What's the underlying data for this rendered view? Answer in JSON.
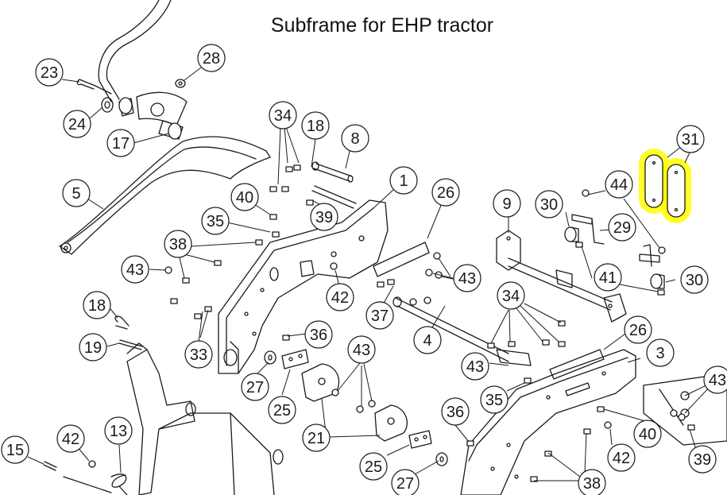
{
  "title": "Subframe for EHP tractor",
  "colors": {
    "line": "#1a1a1a",
    "highlight": "#ffff00",
    "part_fill": "#ffffff",
    "bg": "#ffffff"
  },
  "highlighted_part": "31",
  "callouts": [
    {
      "id": "c23",
      "label": "23"
    },
    {
      "id": "c28",
      "label": "28"
    },
    {
      "id": "c24",
      "label": "24"
    },
    {
      "id": "c17",
      "label": "17"
    },
    {
      "id": "c34a",
      "label": "34"
    },
    {
      "id": "c18a",
      "label": "18"
    },
    {
      "id": "c8",
      "label": "8"
    },
    {
      "id": "c31",
      "label": "31"
    },
    {
      "id": "c5",
      "label": "5"
    },
    {
      "id": "c1",
      "label": "1"
    },
    {
      "id": "c26a",
      "label": "26"
    },
    {
      "id": "c9",
      "label": "9"
    },
    {
      "id": "c30a",
      "label": "30"
    },
    {
      "id": "c44",
      "label": "44"
    },
    {
      "id": "c40a",
      "label": "40"
    },
    {
      "id": "c39a",
      "label": "39"
    },
    {
      "id": "c29",
      "label": "29"
    },
    {
      "id": "c35a",
      "label": "35"
    },
    {
      "id": "c38a",
      "label": "38"
    },
    {
      "id": "c43a",
      "label": "43"
    },
    {
      "id": "c43b",
      "label": "43"
    },
    {
      "id": "c42a",
      "label": "42"
    },
    {
      "id": "c41",
      "label": "41"
    },
    {
      "id": "c30b",
      "label": "30"
    },
    {
      "id": "c18b",
      "label": "18"
    },
    {
      "id": "c37",
      "label": "37"
    },
    {
      "id": "c34b",
      "label": "34"
    },
    {
      "id": "c36a",
      "label": "36"
    },
    {
      "id": "c19",
      "label": "19"
    },
    {
      "id": "c4",
      "label": "4"
    },
    {
      "id": "c26b",
      "label": "26"
    },
    {
      "id": "c33",
      "label": "33"
    },
    {
      "id": "c43c",
      "label": "43"
    },
    {
      "id": "c3",
      "label": "3"
    },
    {
      "id": "c27a",
      "label": "27"
    },
    {
      "id": "c43d",
      "label": "43"
    },
    {
      "id": "c43e",
      "label": "43"
    },
    {
      "id": "c25a",
      "label": "25"
    },
    {
      "id": "c35b",
      "label": "35"
    },
    {
      "id": "c36b",
      "label": "36"
    },
    {
      "id": "c40b",
      "label": "40"
    },
    {
      "id": "c21",
      "label": "21"
    },
    {
      "id": "c15",
      "label": "15"
    },
    {
      "id": "c42b",
      "label": "42"
    },
    {
      "id": "c13",
      "label": "13"
    },
    {
      "id": "c42c",
      "label": "42"
    },
    {
      "id": "c39b",
      "label": "39"
    },
    {
      "id": "c25b",
      "label": "25"
    },
    {
      "id": "c27b",
      "label": "27"
    },
    {
      "id": "c38b",
      "label": "38"
    }
  ]
}
